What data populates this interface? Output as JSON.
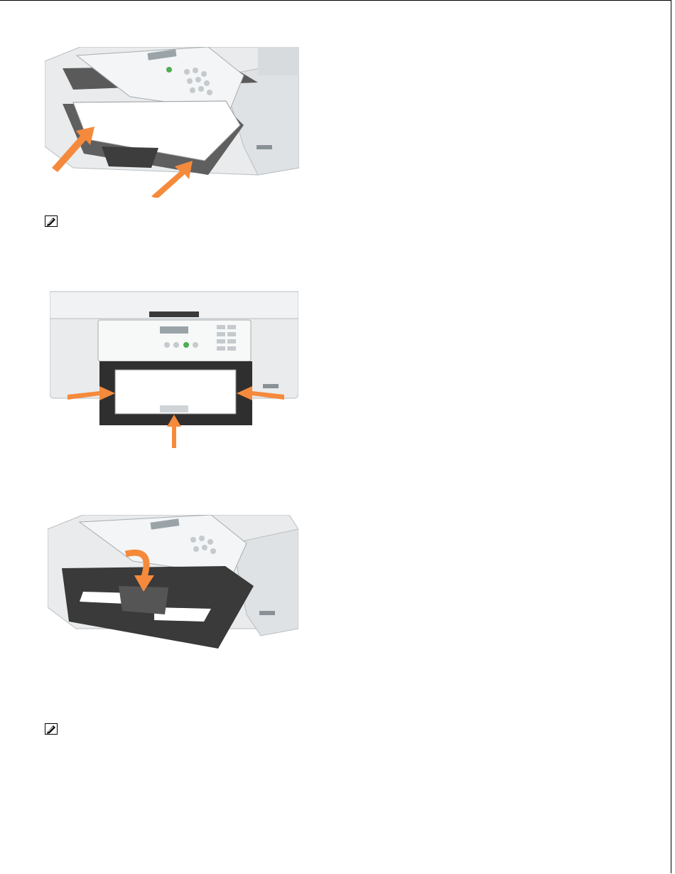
{
  "document": {
    "figures": [
      {
        "subject": "printer-loading-paper-into-tray",
        "icon": "printer-illustration"
      },
      {
        "subject": "printer-paper-guides-adjusted",
        "icon": "printer-illustration"
      },
      {
        "subject": "printer-paper-exit-tray-lowered",
        "icon": "printer-illustration"
      }
    ],
    "notes": [
      {
        "icon": "note-pencil-icon"
      },
      {
        "icon": "note-pencil-icon"
      }
    ],
    "colors": {
      "arrow": "#f58a3c",
      "printer_body": "#e9ebec",
      "printer_shadow": "#c9cdd0",
      "tray_dark": "#3a3a3a",
      "paper": "#ffffff"
    }
  }
}
